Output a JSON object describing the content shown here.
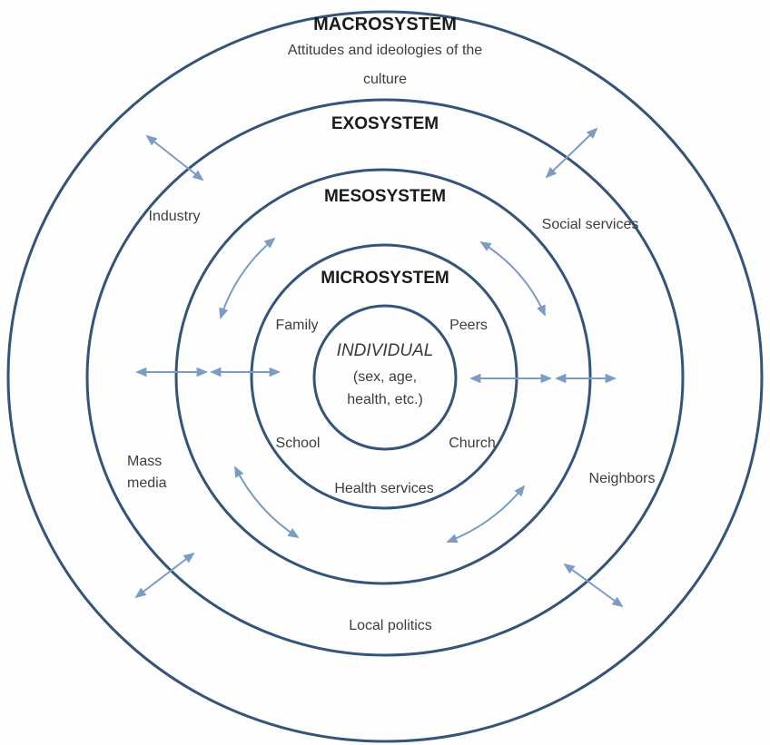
{
  "labels": {
    "macrosystem": "MACROSYSTEM",
    "macrosystem_desc1": "Attitudes and ideologies of the",
    "macrosystem_desc2": "culture",
    "exosystem": "EXOSYSTEM",
    "mesosystem": "MESOSYSTEM",
    "microsystem": "MICROSYSTEM",
    "individual": "INDIVIDUAL",
    "individual_desc1": "(sex, age,",
    "individual_desc2": "health, etc.)",
    "family": "Family",
    "peers": "Peers",
    "school": "School",
    "church": "Church",
    "health_services": "Health services",
    "industry": "Industry",
    "social_services": "Social services",
    "mass_media1": "Mass",
    "mass_media2": "media",
    "neighbors": "Neighbors",
    "local_politics": "Local politics"
  },
  "colors": {
    "background": "#fefefe",
    "circle_stroke": "#35547a",
    "arrow_stroke": "#7d9cc3",
    "heading_text": "#1c1c1c",
    "body_text": "#3d3d3d"
  }
}
